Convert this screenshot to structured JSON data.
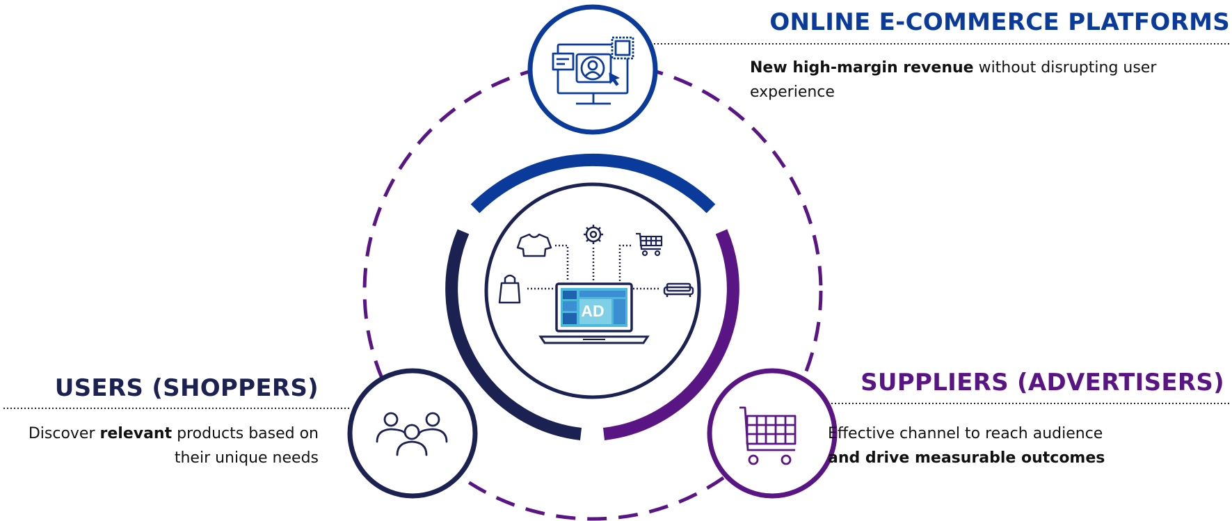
{
  "colors": {
    "ecommerce": "#0a3a9a",
    "users": "#1b2150",
    "suppliers": "#5a1585",
    "dash": "#5a1585",
    "screen": "#4bbad8"
  },
  "ecommerce": {
    "title": "ONLINE E-COMMERCE PLATFORMS",
    "desc_bold": "New high-margin revenue",
    "desc_rest": " without disrupting user experience",
    "icon": "monitor-user-icon"
  },
  "users": {
    "title": "USERS (SHOPPERS)",
    "desc_pre": "Discover ",
    "desc_bold": "relevant",
    "desc_post": " products based on their unique needs",
    "icon": "people-group-icon"
  },
  "suppliers": {
    "title": "SUPPLIERS (ADVERTISERS)",
    "desc_plain": "Effective channel to reach audience",
    "desc_bold": "and drive measurable outcomes",
    "icon": "shopping-cart-icon"
  },
  "center": {
    "screen_label": "AD",
    "icons": [
      "tshirt-icon",
      "gear-icon",
      "cart-small-icon",
      "shopping-bag-icon",
      "sofa-icon",
      "laptop-icon"
    ]
  }
}
